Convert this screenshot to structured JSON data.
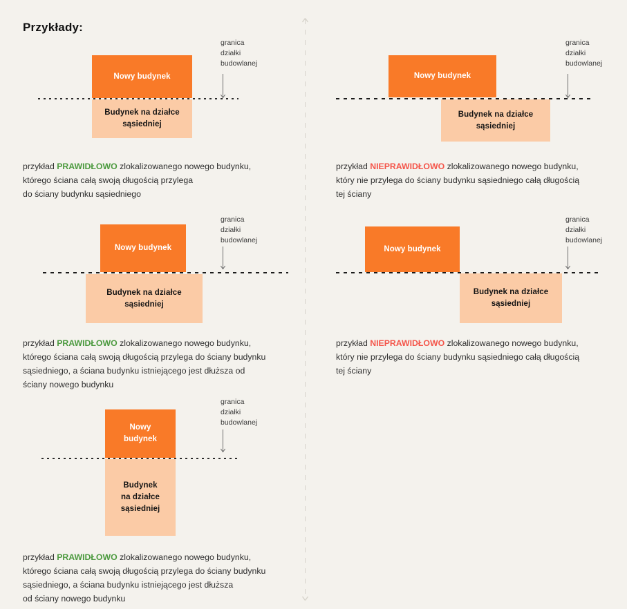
{
  "page": {
    "title": "Przykłady:",
    "background_color": "#f4f2ed",
    "accent_orange": "#f97a28",
    "accent_light_orange": "#fbcba6",
    "correct_color": "#4c9a3f",
    "incorrect_color": "#f4554a"
  },
  "labels": {
    "new_building": "Nowy budynek",
    "new_building_wrapped": "Nowy\nbudynek",
    "neighbour_building": "Budynek na działce\nsąsiedniej",
    "neighbour_building_wrapped": "Budynek\nna działce\nsąsiedniej",
    "boundary_annotation": "granica\ndziałki\nbudowlanej"
  },
  "examples": [
    {
      "id": "example-1",
      "column": "left",
      "verdict": "PRAWIDŁOWO",
      "verdict_type": "correct",
      "caption_prefix": "przykład ",
      "caption_suffix": " zlokalizowanego nowego budynku,\nktórego ściana całą swoją długością przylega\ndo ściany budynku sąsiedniego",
      "new_building_label": "Nowy budynek",
      "neighbour_building_label": "Budynek na działce\nsąsiedniej",
      "annotation": "granica\ndziałki\nbudowlanej"
    },
    {
      "id": "example-2",
      "column": "right",
      "verdict": "NIEPRAWIDŁOWO",
      "verdict_type": "incorrect",
      "caption_prefix": "przykład ",
      "caption_suffix": " zlokalizowanego nowego budynku,\nktóry nie przylega do ściany budynku sąsiedniego całą długością\ntej ściany",
      "new_building_label": "Nowy budynek",
      "neighbour_building_label": "Budynek na działce\nsąsiedniej",
      "annotation": "granica\ndziałki\nbudowlanej"
    },
    {
      "id": "example-3",
      "column": "left",
      "verdict": "PRAWIDŁOWO",
      "verdict_type": "correct",
      "caption_prefix": "przykład ",
      "caption_suffix": " zlokalizowanego nowego budynku,\nktórego ściana całą swoją długością przylega do ściany budynku\nsąsiedniego, a ściana budynku istniejącego jest dłuższa od\nściany nowego budynku",
      "new_building_label": "Nowy budynek",
      "neighbour_building_label": "Budynek na działce\nsąsiedniej",
      "annotation": "granica\ndziałki\nbudowlanej"
    },
    {
      "id": "example-4",
      "column": "right",
      "verdict": "NIEPRAWIDŁOWO",
      "verdict_type": "incorrect",
      "caption_prefix": "przykład ",
      "caption_suffix": " zlokalizowanego nowego budynku,\nktóry nie przylega do ściany budynku sąsiedniego całą długością\ntej ściany",
      "new_building_label": "Nowy budynek",
      "neighbour_building_label": "Budynek na działce\nsąsiedniej",
      "annotation": "granica\ndziałki\nbudowlanej"
    },
    {
      "id": "example-5",
      "column": "left",
      "verdict": "PRAWIDŁOWO",
      "verdict_type": "correct",
      "caption_prefix": "przykład ",
      "caption_suffix": " zlokalizowanego nowego budynku,\nktórego ściana całą swoją długością przylega do ściany budynku\nsąsiedniego, a ściana budynku istniejącego jest dłuższa\nod ściany nowego budynku",
      "new_building_label": "Nowy\nbudynek",
      "neighbour_building_label": "Budynek\nna działce\nsąsiedniej",
      "annotation": "granica\ndziałki\nbudowlanej"
    }
  ]
}
